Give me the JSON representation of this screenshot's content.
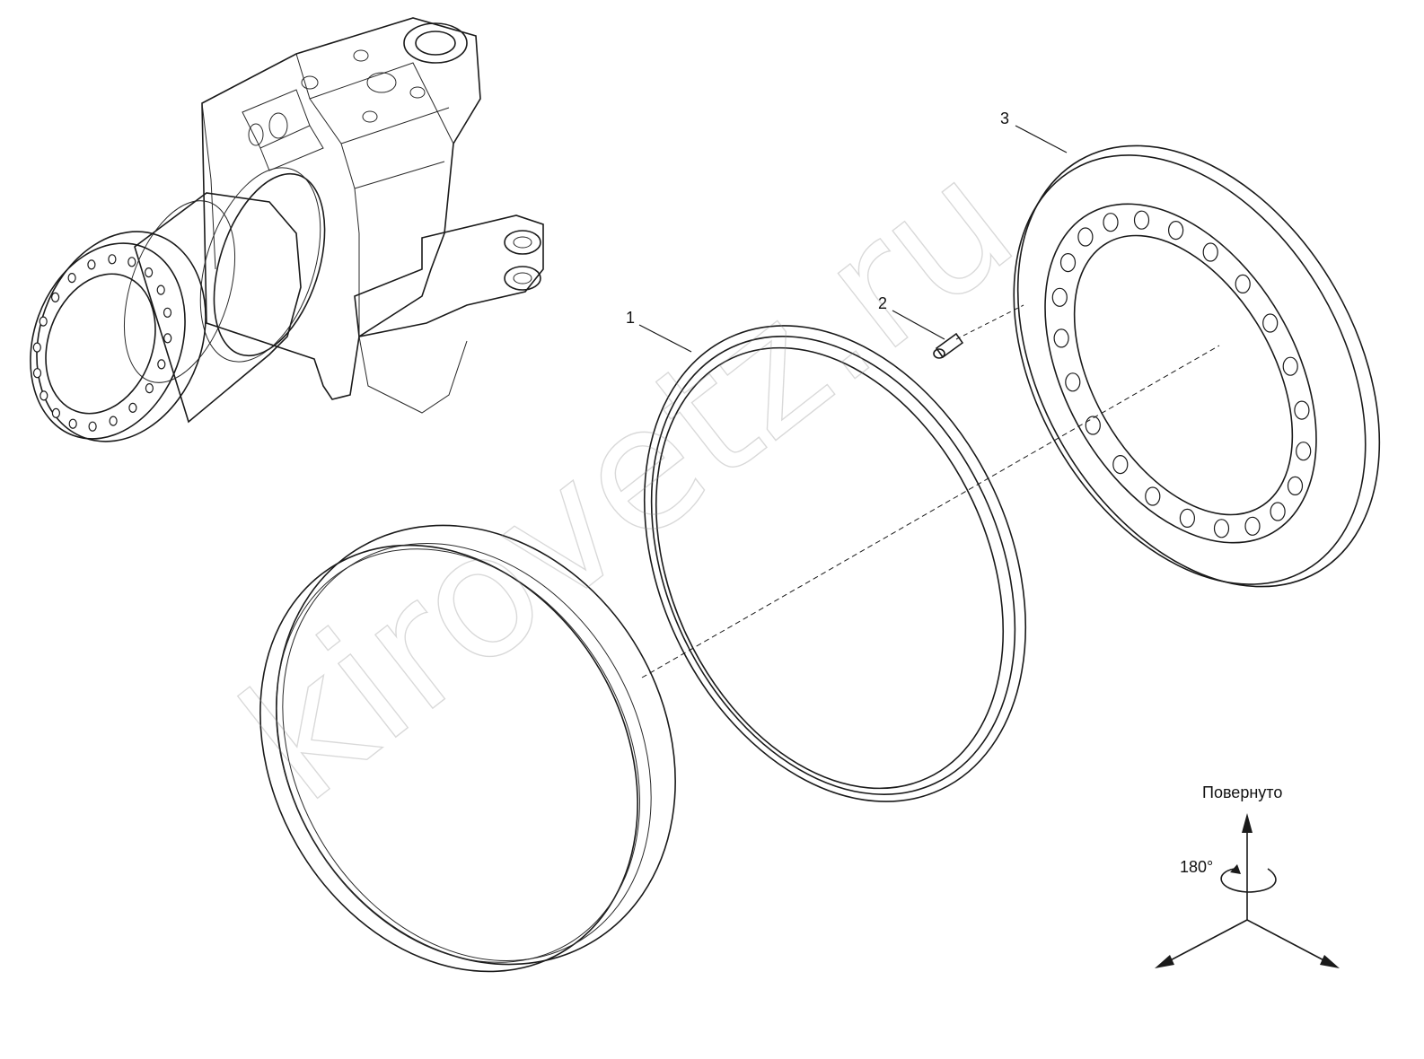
{
  "callouts": [
    {
      "number": "1"
    },
    {
      "number": "2"
    },
    {
      "number": "3"
    }
  ],
  "orientation": {
    "caption": "Повернуто",
    "angle": "180°"
  },
  "watermark": "kirovetz.ru",
  "colors": {
    "line": "#1a1a1a",
    "part_fill": "#d9d9d9",
    "part_shade": "#bdbdbd",
    "background": "#ffffff"
  }
}
